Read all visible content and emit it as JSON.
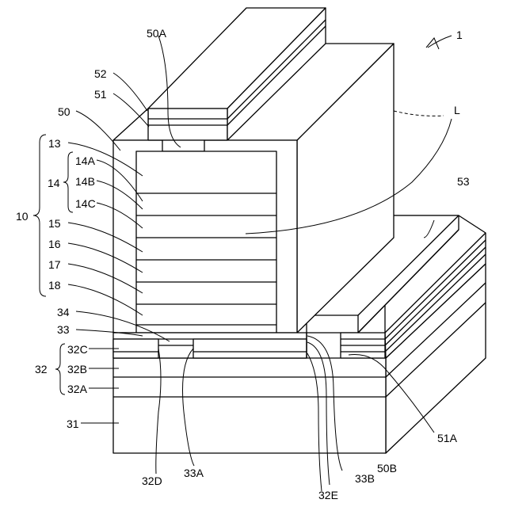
{
  "figure": {
    "device_ref": "1",
    "light_ref": "L",
    "labels": {
      "l50A": "50A",
      "l52": "52",
      "l51": "51",
      "l50": "50",
      "l13": "13",
      "l14A": "14A",
      "l14": "14",
      "l14B": "14B",
      "l14C": "14C",
      "l10": "10",
      "l15": "15",
      "l16": "16",
      "l17": "17",
      "l18": "18",
      "l34": "34",
      "l33": "33",
      "l32C": "32C",
      "l32": "32",
      "l32B": "32B",
      "l32A": "32A",
      "l31": "31",
      "l53": "53",
      "l51A": "51A",
      "l50B": "50B",
      "l33B": "33B",
      "l32E": "32E",
      "l32D": "32D",
      "l33A": "33A"
    }
  }
}
